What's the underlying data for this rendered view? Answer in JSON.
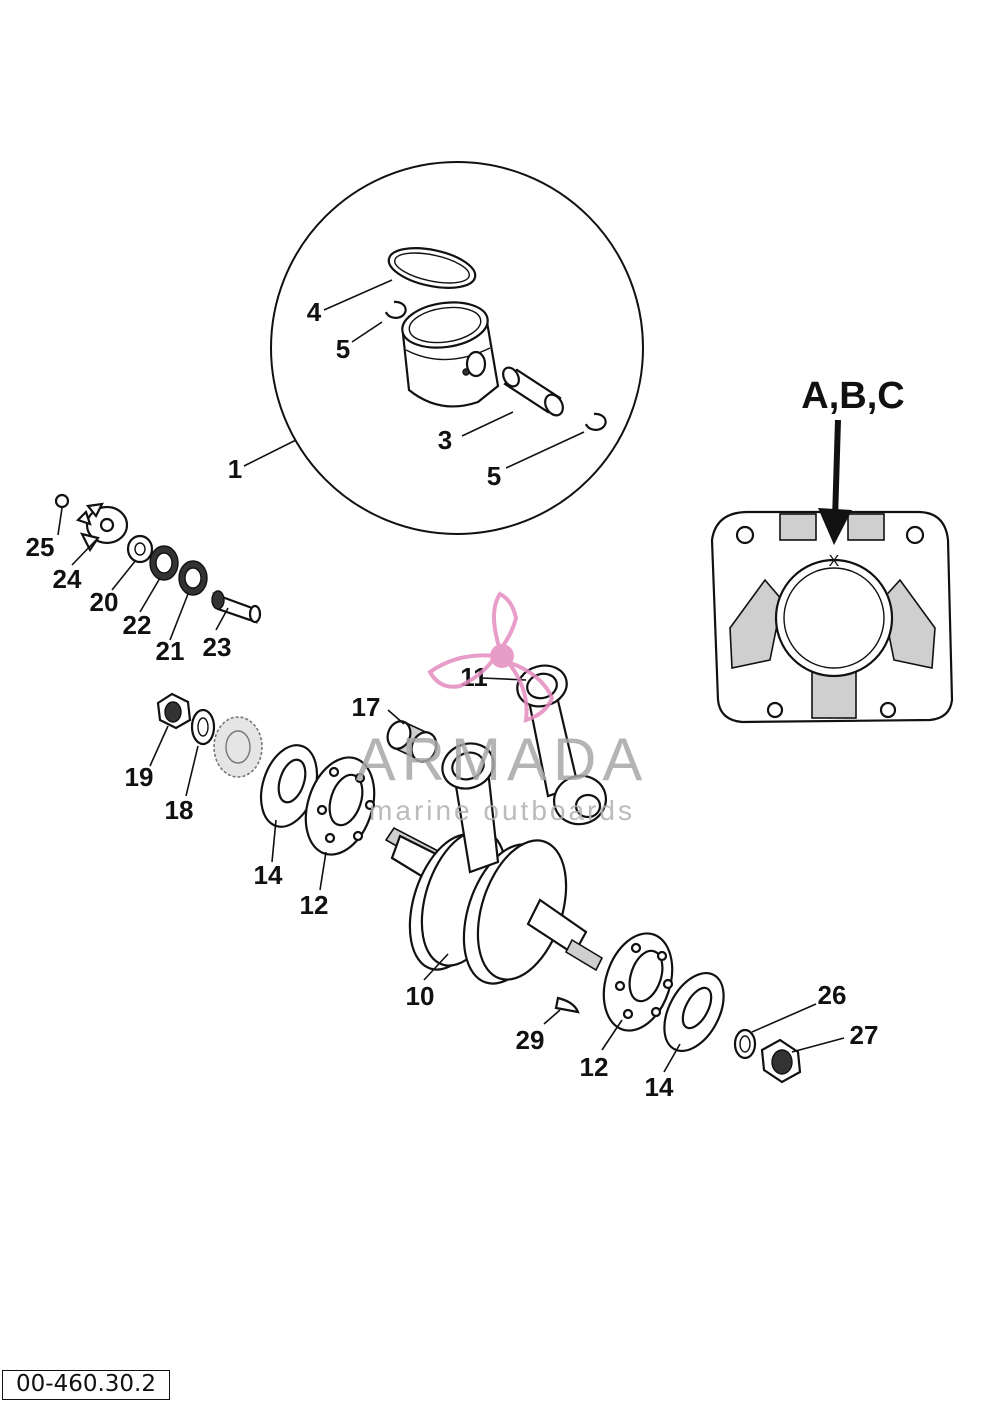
{
  "callouts": {
    "c1": "1",
    "c3": "3",
    "c4": "4",
    "c5a": "5",
    "c5b": "5",
    "c10": "10",
    "c11": "11",
    "c12a": "12",
    "c12b": "12",
    "c14a": "14",
    "c14b": "14",
    "c17": "17",
    "c18": "18",
    "c19": "19",
    "c20": "20",
    "c21": "21",
    "c22": "22",
    "c23": "23",
    "c24": "24",
    "c25": "25",
    "c26": "26",
    "c27": "27",
    "c29": "29"
  },
  "variant_label": "A,B,C",
  "cylinder_mark": "X",
  "drawing_code": "00-460.30.2",
  "watermark": {
    "brand": "ARMADA",
    "tagline": "marine outboards",
    "color": "#e58cbf"
  }
}
